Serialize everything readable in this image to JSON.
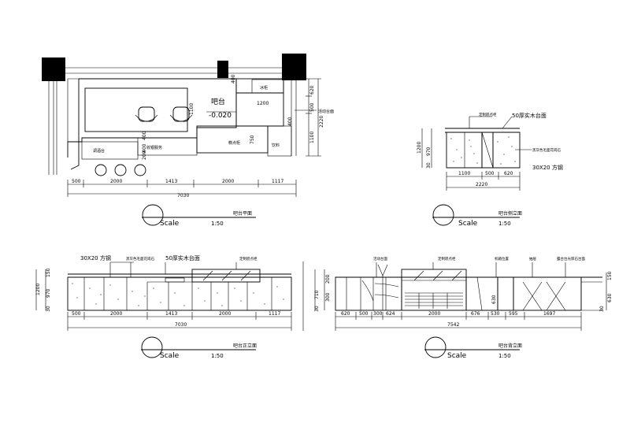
{
  "plan": {
    "title": "吧台平面",
    "scale_word": "Scale",
    "scale_value": "1:50",
    "bar_label": "吧台",
    "level": "-0.020",
    "labels": {
      "cold_cabinet": "冰柜",
      "cashier": "收银服务",
      "cake_cabinet": "糕点柜",
      "drinks": "饮料",
      "mixing": "调酒台",
      "mobile_counter": "活动台面"
    },
    "inner_dims": {
      "d400_top": "400",
      "d1200": "1200",
      "d1100": "1100",
      "d400_a": "400",
      "d400_b": "400",
      "d200": "200",
      "d750": "750",
      "d400_c": "400"
    },
    "right_dims": {
      "d620": "620",
      "d500": "500",
      "d1100": "1100",
      "d2220": "2220"
    },
    "bottom_dims": [
      "500",
      "2000",
      "1413",
      "2000",
      "1117"
    ],
    "total": "7030"
  },
  "side": {
    "title": "吧台侧立面",
    "scale_word": "Scale",
    "scale_value": "1:50",
    "labels": {
      "cake": "定制糕点柜",
      "top": "50厚实木台面",
      "stone": "黑灰色毛面花岗石",
      "steel": "30X20 方钢"
    },
    "left_dims": [
      "1200",
      "970",
      "30"
    ],
    "bottom_dims": [
      "1100",
      "500",
      "620"
    ],
    "total": "2220"
  },
  "front": {
    "title": "吧台正立面",
    "scale_word": "Scale",
    "scale_value": "1:50",
    "labels": {
      "steel": "30X20 方钢",
      "stone": "黑灰色毛面花岗石",
      "top": "50厚实木台面",
      "cake": "定制糕点柜"
    },
    "left_dims": [
      "150",
      "1200",
      "970",
      "30"
    ],
    "bottom_dims": [
      "500",
      "2000",
      "1413",
      "2000",
      "1117"
    ],
    "total": "7030"
  },
  "back": {
    "title": "吧台背立面",
    "scale_word": "Scale",
    "scale_value": "1:50",
    "labels": {
      "mobile": "活动台面",
      "cake": "定制糕点柜",
      "machine": "机箱位置",
      "drawer": "抽屉",
      "quartz": "露台台光厚石台面"
    },
    "left_dims": [
      "200",
      "710",
      "300",
      "30"
    ],
    "right_dims": [
      "150",
      "630",
      "30"
    ],
    "mid_dim": "630",
    "bottom_dims": [
      "620",
      "500",
      "300",
      "624",
      "2000",
      "676",
      "530",
      "595",
      "1697"
    ],
    "total": "7542"
  }
}
